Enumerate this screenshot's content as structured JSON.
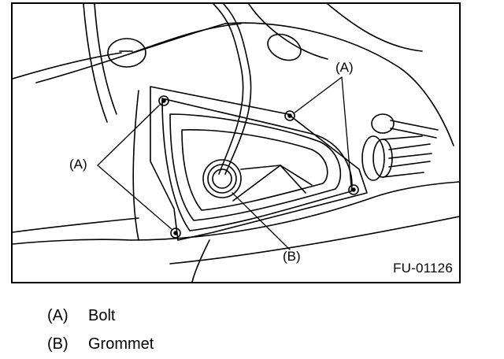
{
  "figure": {
    "code": "FU-01126",
    "callouts": {
      "a_top": "(A)",
      "a_left": "(A)",
      "b": "(B)"
    }
  },
  "legend": [
    {
      "key": "(A)",
      "text": "Bolt"
    },
    {
      "key": "(B)",
      "text": "Grommet"
    }
  ]
}
